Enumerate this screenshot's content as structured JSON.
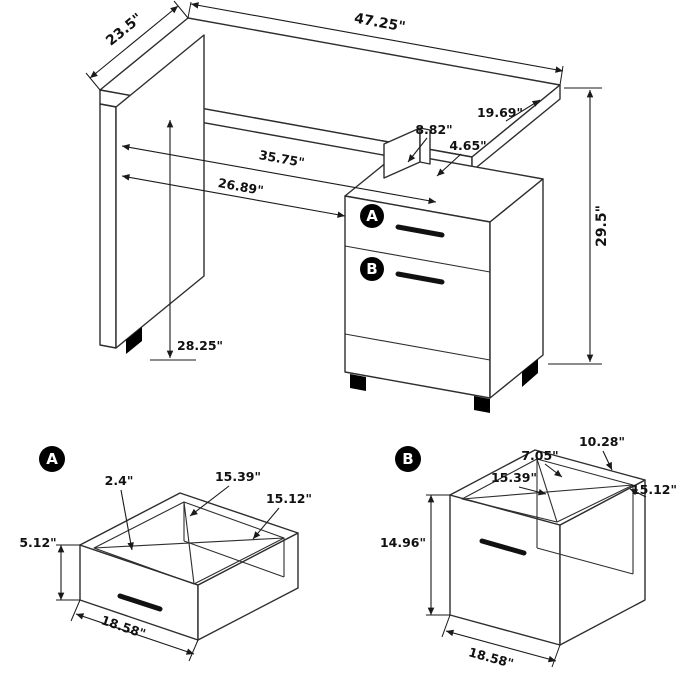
{
  "desk": {
    "drawer_a_label": "A",
    "drawer_b_label": "B",
    "dims": {
      "top_width": "47.25\"",
      "top_depth": "23.5\"",
      "overall_height": "29.5\"",
      "right_depth": "19.69\"",
      "cubby_width": "8.82\"",
      "cubby_depth": "4.65\"",
      "inner_clearance": "35.75\"",
      "knee_clearance": "26.89\"",
      "leg_clearance_height": "28.25\""
    }
  },
  "drawer_a": {
    "label": "A",
    "dims": {
      "front_thickness": "2.4\"",
      "interior_width": "15.39\"",
      "interior_depth": "15.12\"",
      "height": "5.12\"",
      "outer_width": "18.58\""
    }
  },
  "drawer_b": {
    "label": "B",
    "dims": {
      "back_depth": "10.28\"",
      "top_inset": "7.05\"",
      "interior_width": "15.39\"",
      "interior_depth": "15.12\"",
      "height": "14.96\"",
      "outer_width": "18.58\""
    }
  }
}
